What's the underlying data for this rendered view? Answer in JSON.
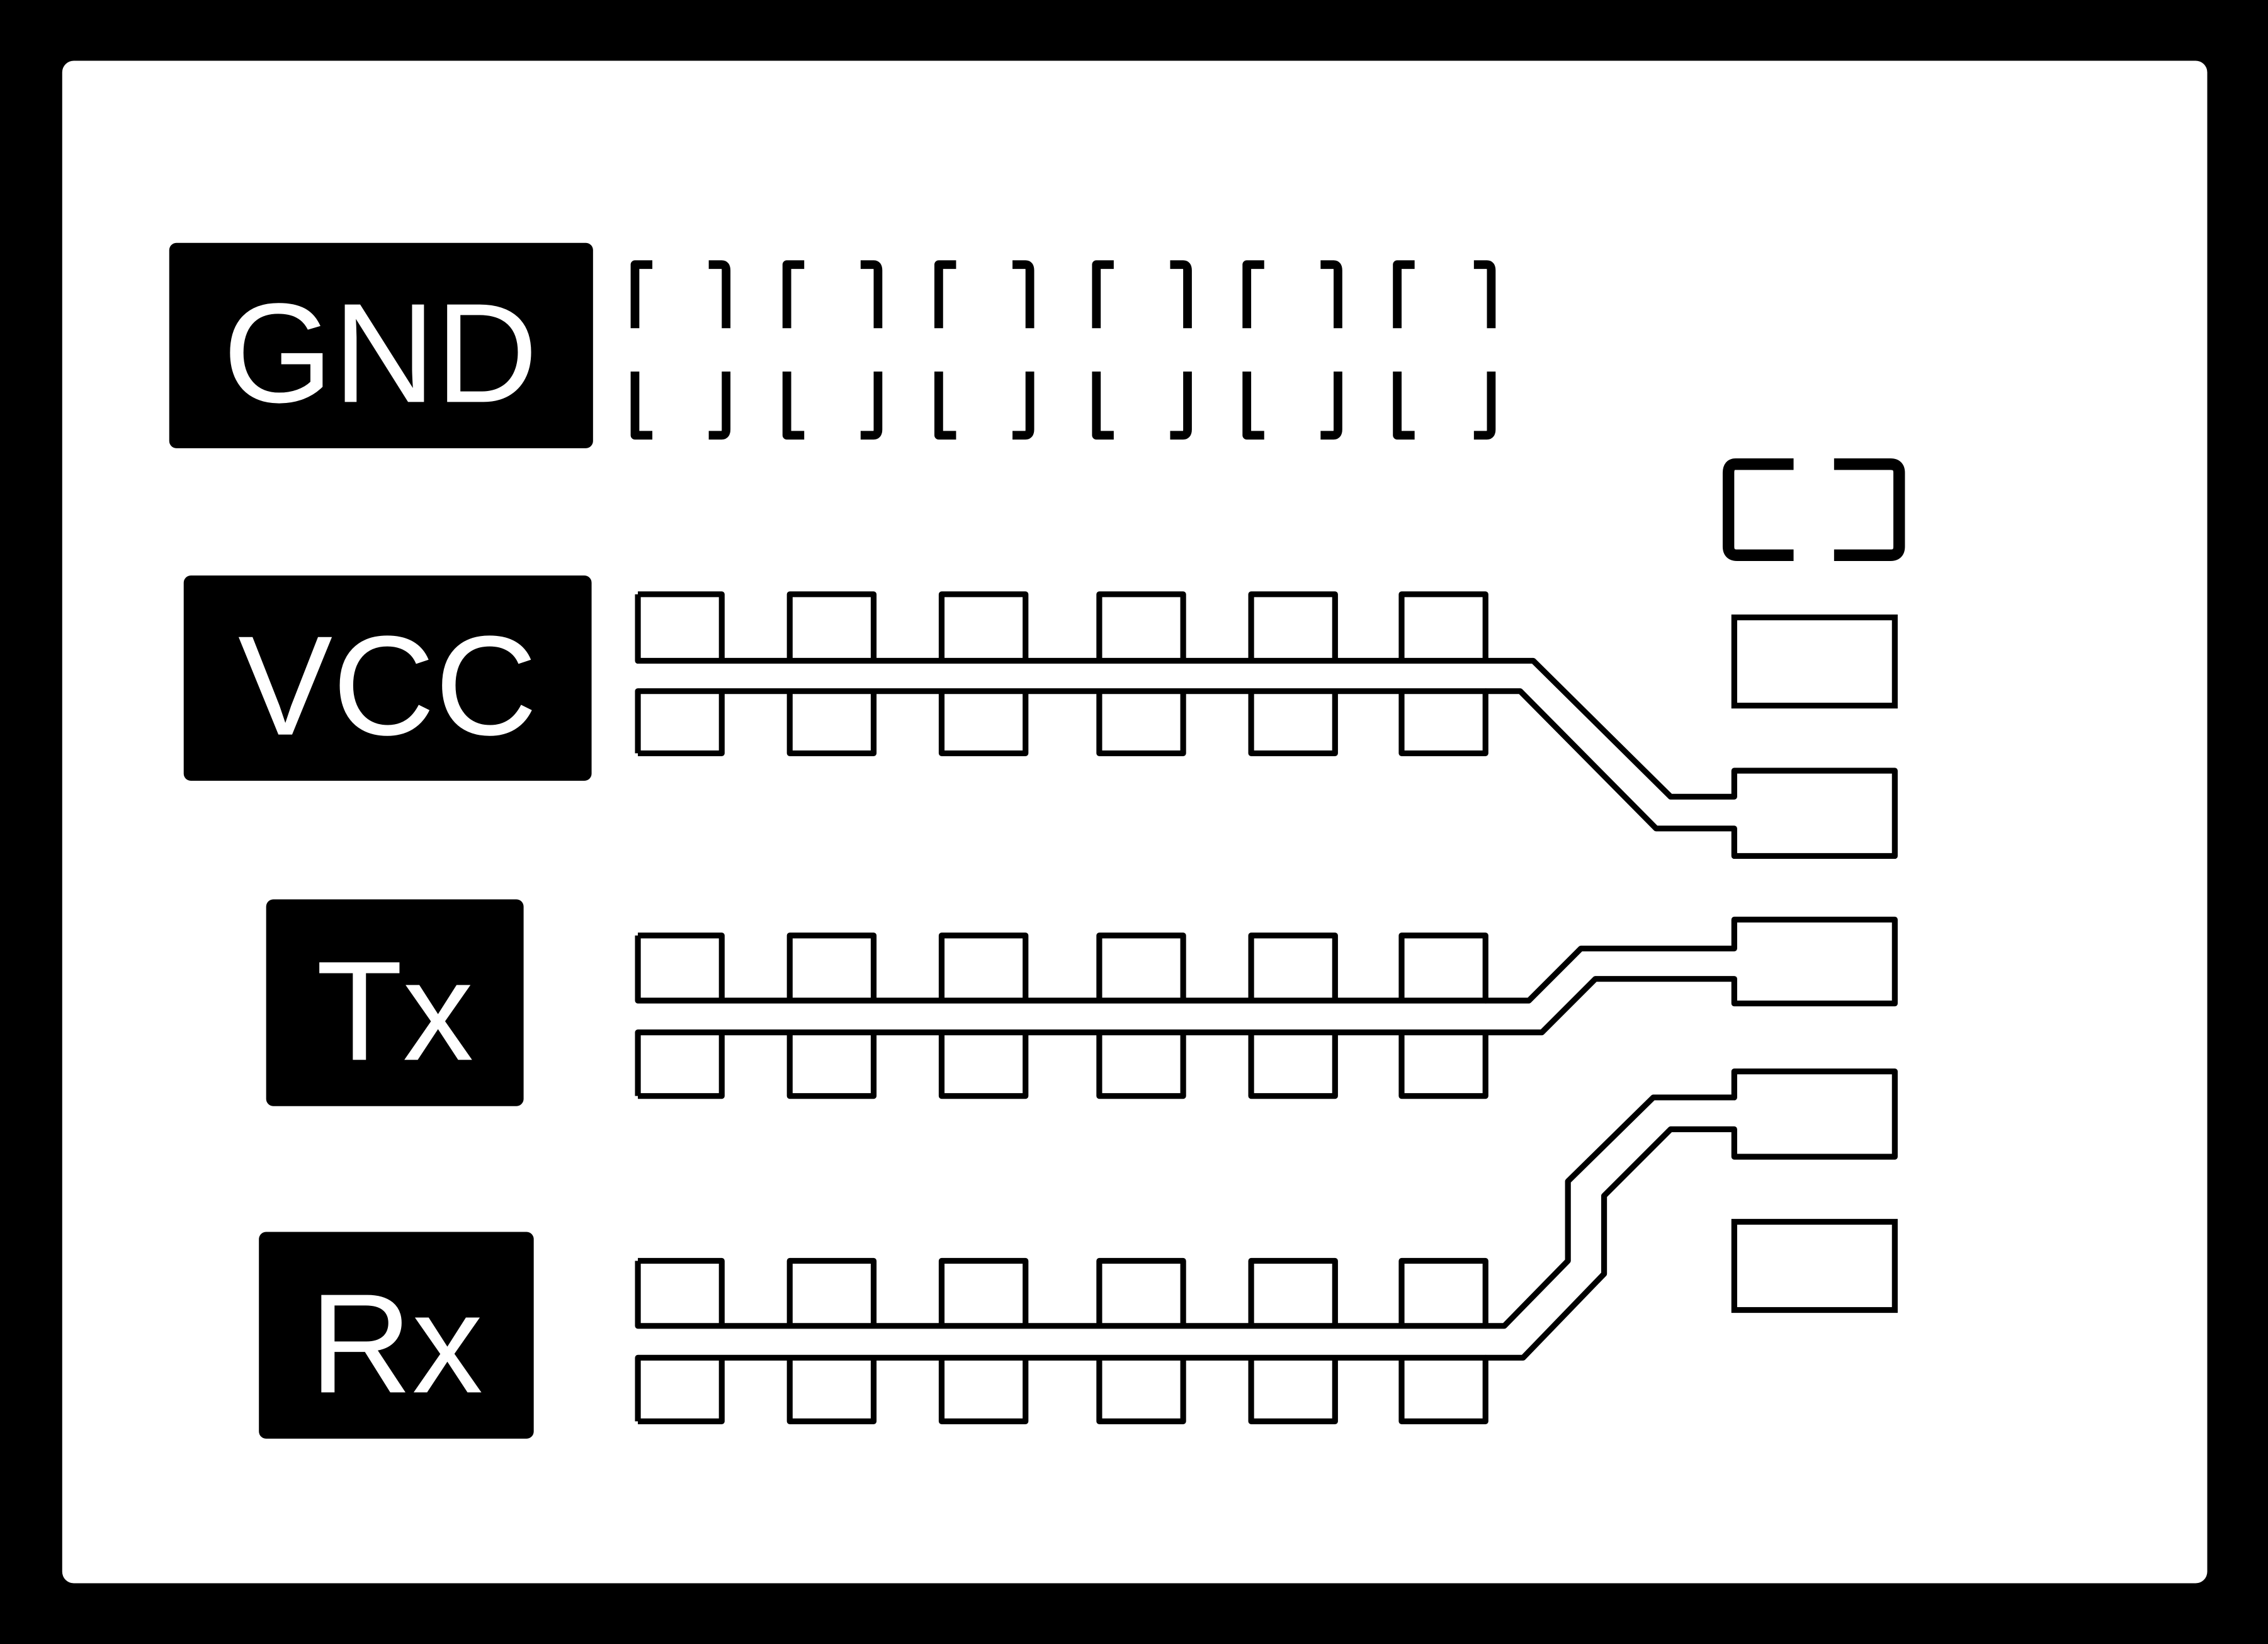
{
  "colors": {
    "background": "#000000",
    "board": "#ffffff",
    "label_fill": "#000000",
    "label_text": "#ffffff",
    "trace_outline": "#000000"
  },
  "labels": {
    "gnd": "GND",
    "vcc": "VCC",
    "tx": "Tx",
    "rx": "Rx"
  }
}
